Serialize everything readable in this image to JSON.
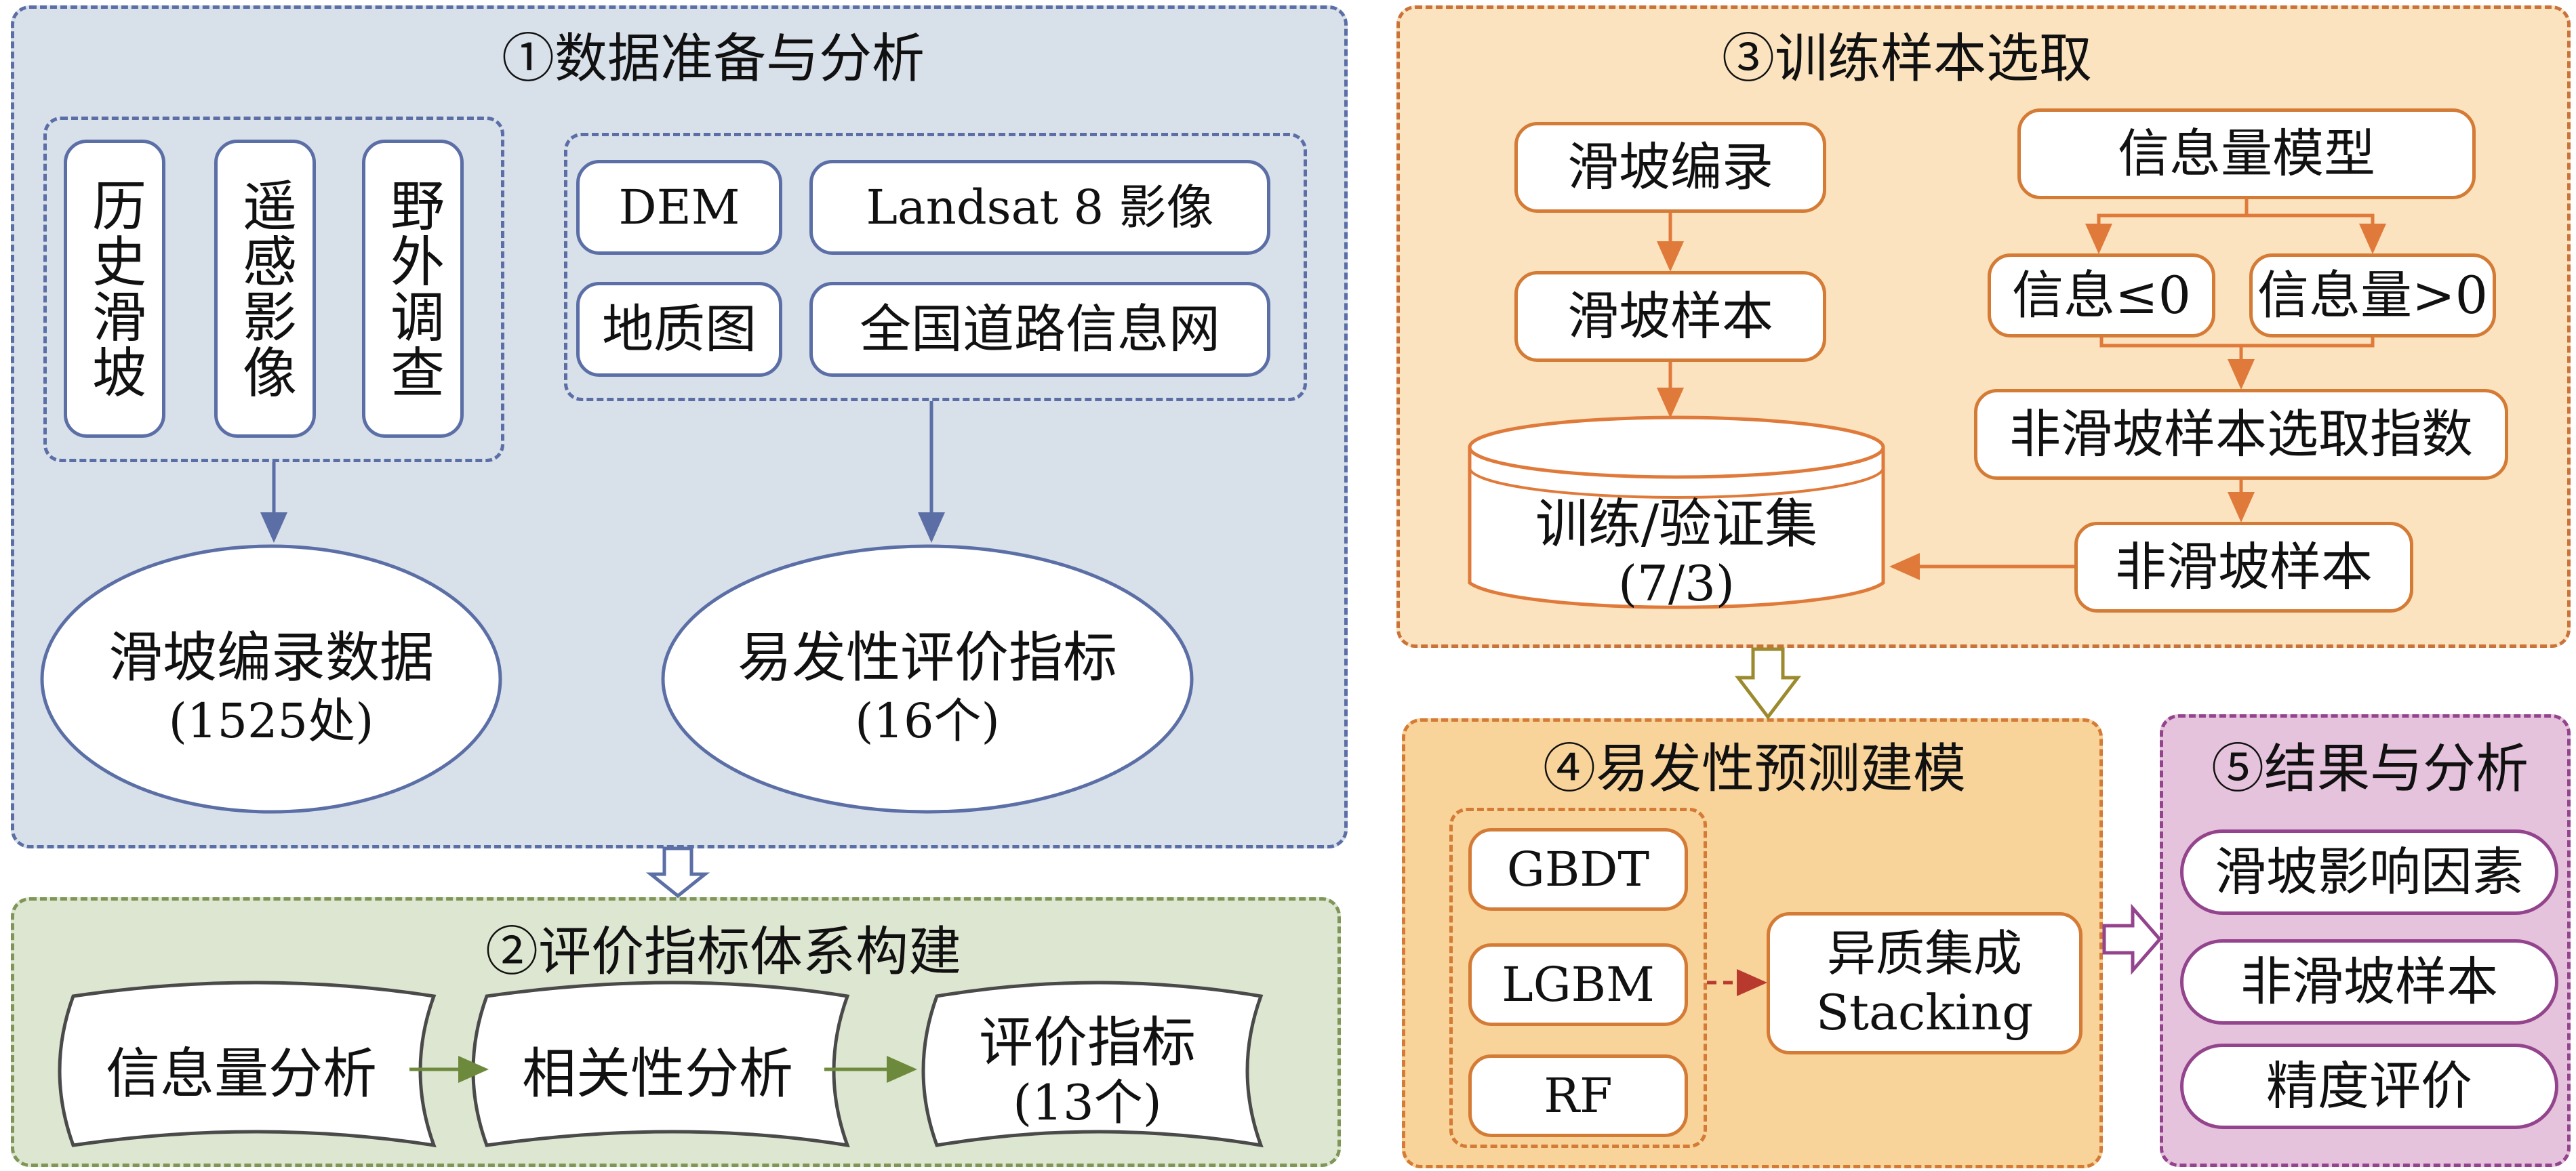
{
  "colors": {
    "panel1_fill": "#d8e0ea",
    "panel1_border": "#5b6fa6",
    "panel2_fill": "#dde6d0",
    "panel2_border": "#7f9657",
    "panel3_fill": "#fbe3bf",
    "panel3_border": "#c9733a",
    "panel4_fill": "#f8d39a",
    "panel4_border": "#d47b36",
    "panel5_fill": "#e6c3dc",
    "panel5_border": "#93448d"
  },
  "section1": {
    "title": "①数据准备与分析",
    "sources": [
      "历史滑坡",
      "遥感影像",
      "野外调查"
    ],
    "datasets": {
      "dem": "DEM",
      "landsat": "Landsat 8 影像",
      "geology": "地质图",
      "roads": "全国道路信息网"
    },
    "landslide_data": {
      "line1": "滑坡编录数据",
      "line2": "(1525处)"
    },
    "indicators": {
      "line1": "易发性评价指标",
      "line2": "(16个)"
    }
  },
  "section2": {
    "title": "②评价指标体系构建",
    "steps": {
      "info_analysis": "信息量分析",
      "correlation": "相关性分析",
      "result_line1": "评价指标",
      "result_line2": "(13个)"
    }
  },
  "section3": {
    "title": "③训练样本选取",
    "catalog": "滑坡编录",
    "landslide_samples": "滑坡样本",
    "info_model": "信息量模型",
    "info_le0": "信息≤0",
    "info_gt0": "信息量>0",
    "selection_index": "非滑坡样本选取指数",
    "non_landslide_samples": "非滑坡样本",
    "dataset_line1": "训练/验证集",
    "dataset_line2": "(7/3)"
  },
  "section4": {
    "title": "④易发性预测建模",
    "models": [
      "GBDT",
      "LGBM",
      "RF"
    ],
    "stacking_line1": "异质集成",
    "stacking_line2": "Stacking"
  },
  "section5": {
    "title": "⑤结果与分析",
    "items": [
      "滑坡影响因素",
      "非滑坡样本",
      "精度评价"
    ]
  }
}
